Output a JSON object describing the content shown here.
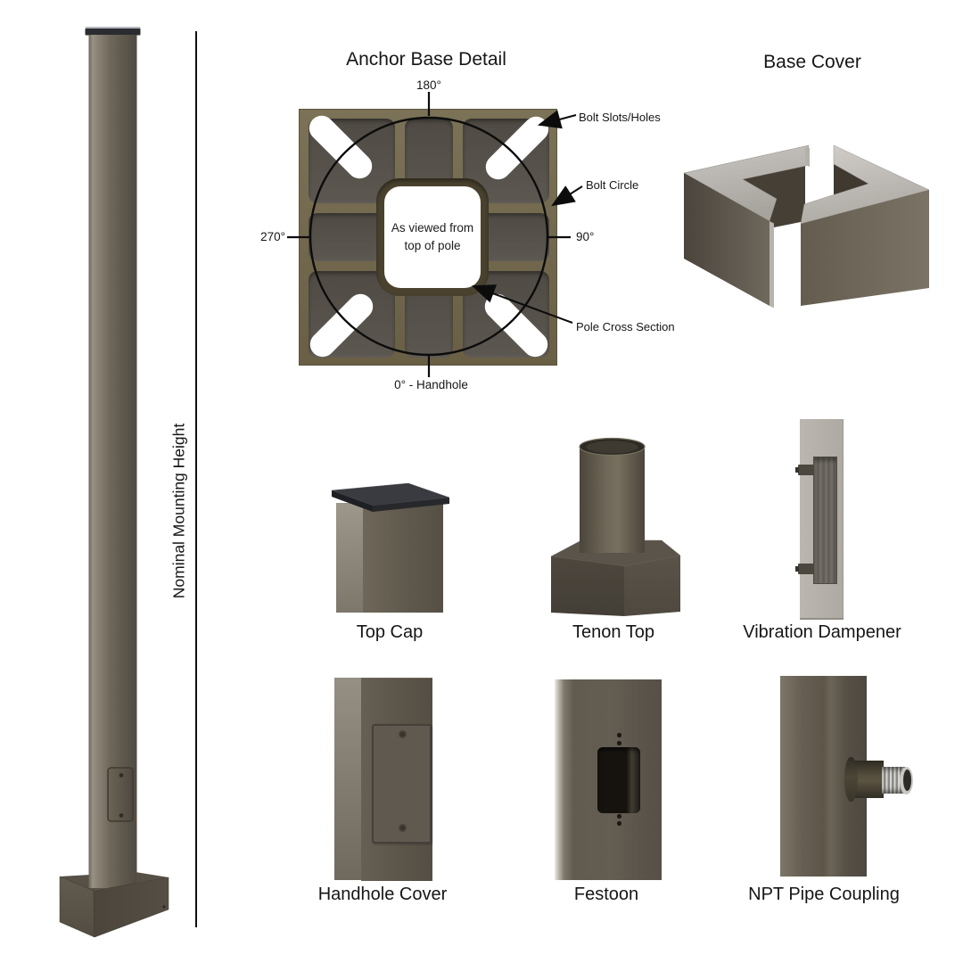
{
  "pole": {
    "dimension_label": "Nominal Mounting Height"
  },
  "anchor_base": {
    "title": "Anchor Base Detail",
    "angle_top": "180°",
    "angle_left": "270°",
    "angle_right": "90°",
    "angle_bottom": "0° - Handhole",
    "note_line1": "As viewed from",
    "note_line2": "top of pole",
    "callout_bolt_slots": "Bolt Slots/Holes",
    "callout_bolt_circle": "Bolt Circle",
    "callout_pole_cross_section": "Pole Cross Section"
  },
  "base_cover": {
    "title": "Base Cover"
  },
  "components": [
    {
      "id": "top-cap",
      "label": "Top Cap"
    },
    {
      "id": "tenon-top",
      "label": "Tenon Top"
    },
    {
      "id": "vibration-dampener",
      "label": "Vibration Dampener"
    },
    {
      "id": "handhole-cover",
      "label": "Handhole Cover"
    },
    {
      "id": "festoon",
      "label": "Festoon"
    },
    {
      "id": "npt-pipe-coupling",
      "label": "NPT Pipe Coupling"
    }
  ],
  "colors": {
    "bronze": "#5f594d",
    "bronze_dark": "#4a443b",
    "plate_rib": "#7b7257",
    "plate_panel": "#55504a",
    "ring_dark": "#4a422f",
    "gray_light": "#b5b1aa",
    "cap_black": "#2b2c30",
    "line": "#0c0c0c",
    "background": "#ffffff"
  }
}
